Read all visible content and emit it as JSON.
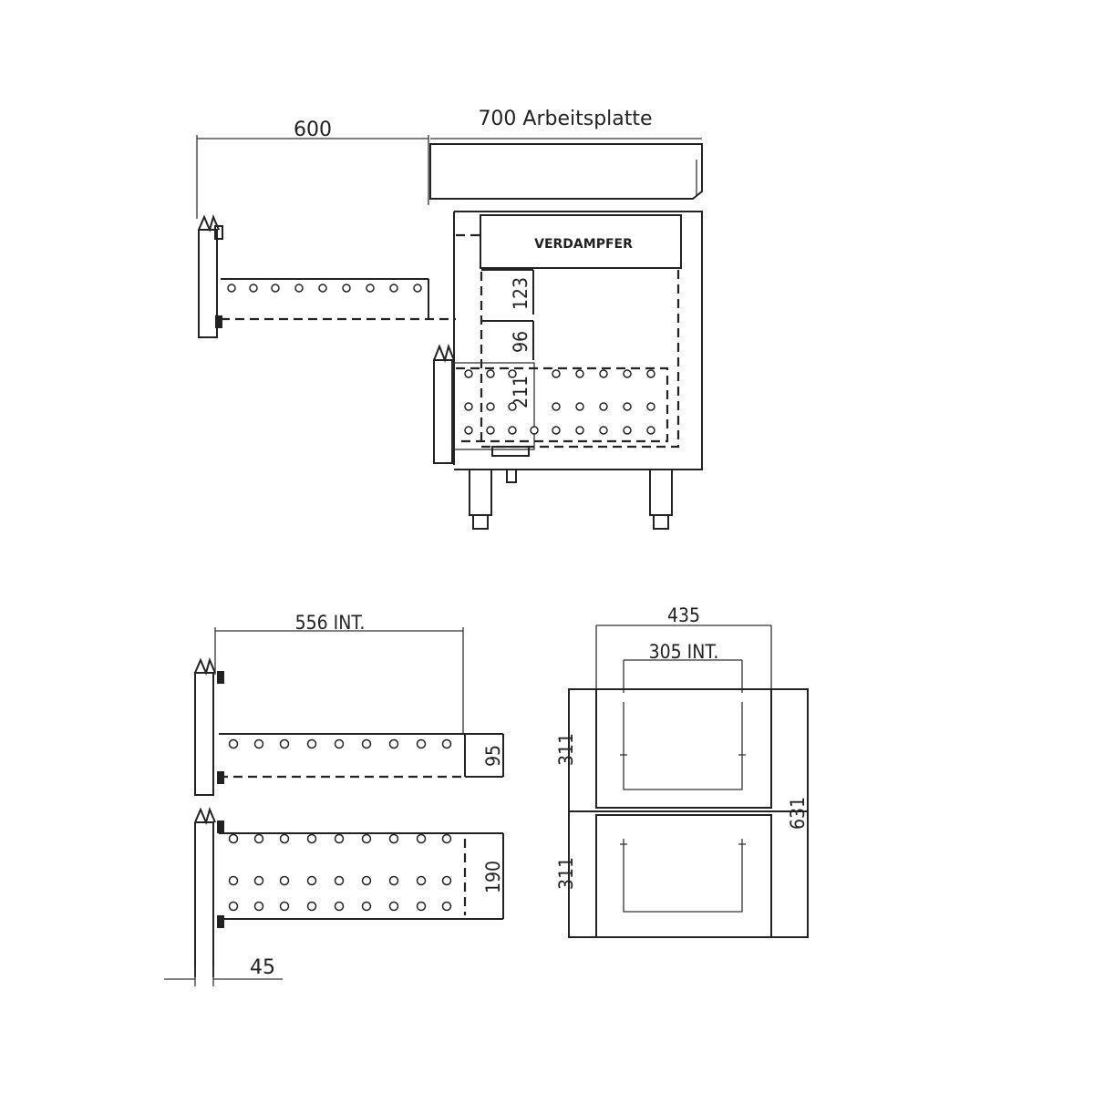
{
  "dimensions": {
    "top_drawer_open": "600",
    "worktop": "700 Arbeitsplatte",
    "evaporator": "VERDAMPFER",
    "upper_compartment": "123",
    "middle_compartment": "96",
    "lower_compartment": "211",
    "drawer_interior_length": "556 INT.",
    "upper_drawer_height": "95",
    "lower_drawer_height": "190",
    "front_offset": "45",
    "outer_width": "435",
    "interior_width": "305 INT.",
    "upper_front_height": "311",
    "lower_front_height": "311",
    "total_height": "631"
  }
}
